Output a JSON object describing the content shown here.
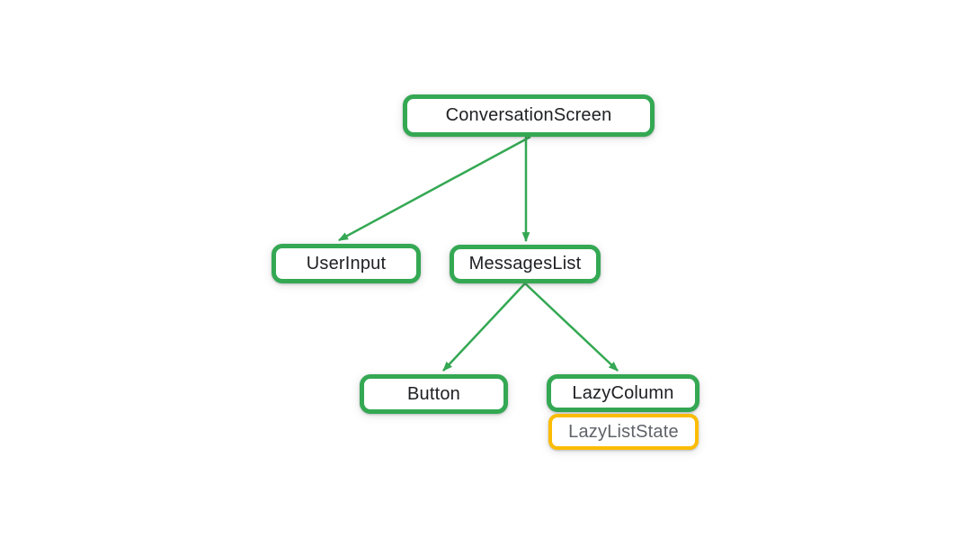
{
  "diagram": {
    "nodes": [
      {
        "id": "conversation-screen",
        "label": "ConversationScreen",
        "variant": "composable"
      },
      {
        "id": "user-input",
        "label": "UserInput",
        "variant": "composable"
      },
      {
        "id": "messages-list",
        "label": "MessagesList",
        "variant": "composable"
      },
      {
        "id": "button",
        "label": "Button",
        "variant": "composable"
      },
      {
        "id": "lazy-column",
        "label": "LazyColumn",
        "variant": "composable"
      },
      {
        "id": "lazy-list-state",
        "label": "LazyListState",
        "variant": "state"
      }
    ],
    "edges": [
      {
        "from": "ConversationScreen",
        "to": "UserInput"
      },
      {
        "from": "ConversationScreen",
        "to": "MessagesList"
      },
      {
        "from": "MessagesList",
        "to": "Button"
      },
      {
        "from": "MessagesList",
        "to": "LazyColumn"
      },
      {
        "from": "LazyColumn",
        "to": "LazyListState",
        "style": "attached-no-arrow"
      }
    ],
    "colors": {
      "composable_border": "#34A853",
      "state_border": "#FBBC04",
      "arrow": "#34A853",
      "label": "#202124",
      "state_label": "#5F6368",
      "background": "#FFFFFF"
    }
  }
}
